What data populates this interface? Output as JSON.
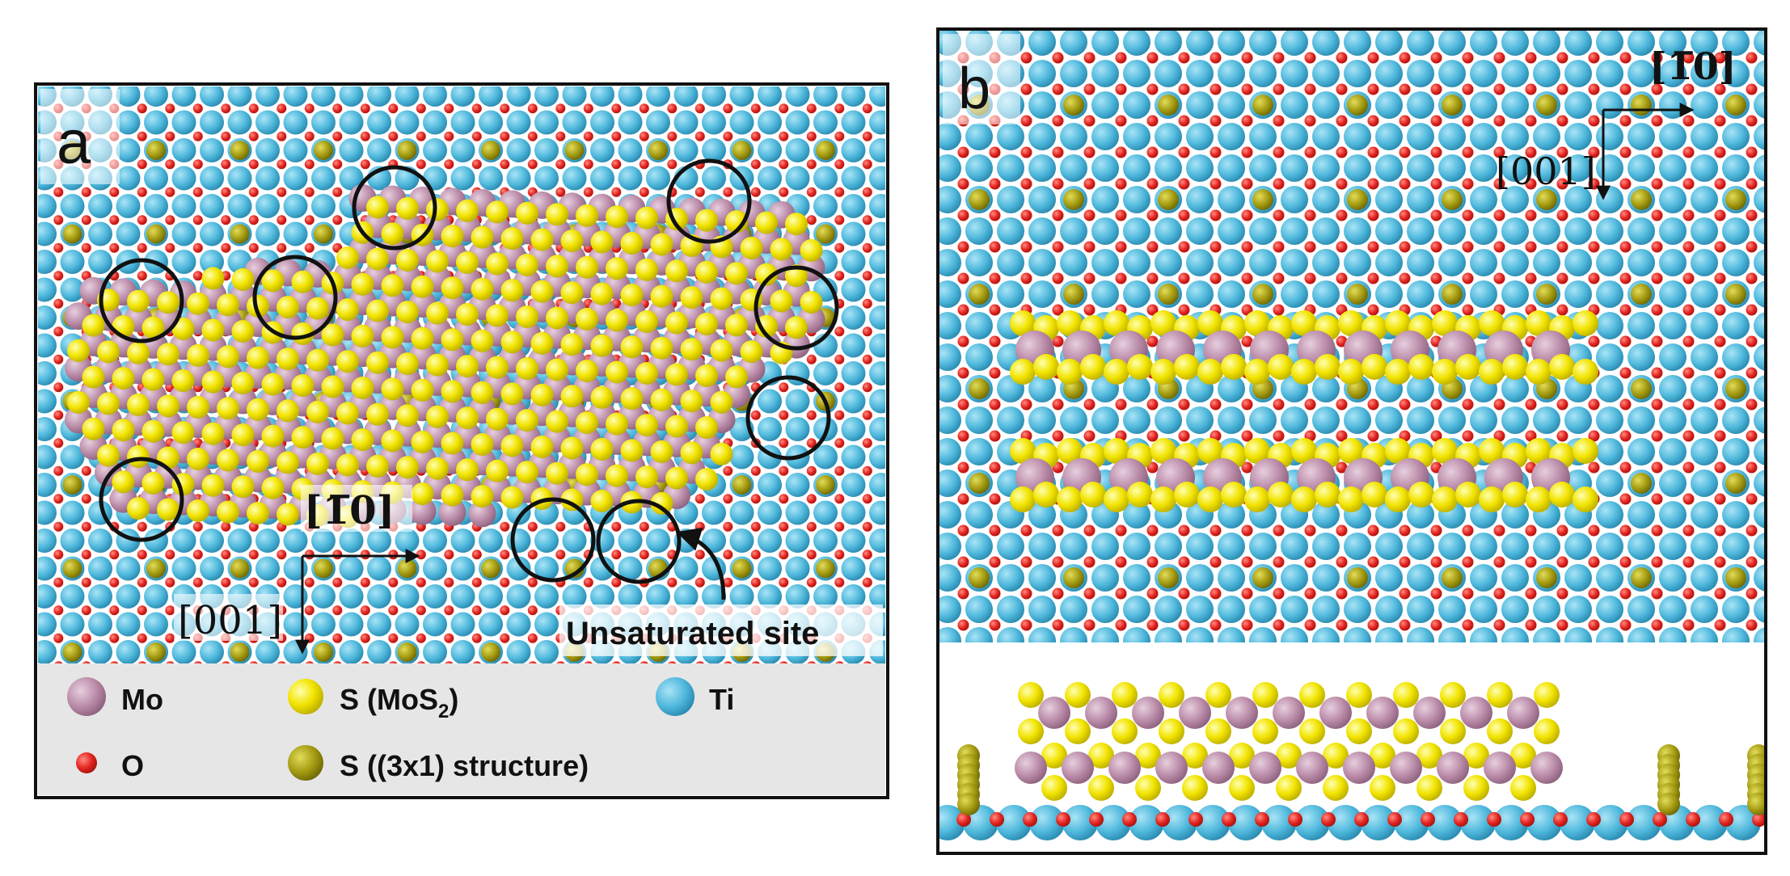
{
  "panel_a": {
    "label": "a",
    "dir_horizontal": "[1̅0]",
    "dir_vertical": "[001]",
    "annotation": "Unsaturated site"
  },
  "panel_b": {
    "label": "b",
    "dir_horizontal": "[1̅0]",
    "dir_vertical": "[001]"
  },
  "legend": {
    "mo": "Mo",
    "s_mos2_prefix": "S (MoS",
    "s_mos2_sub": "2",
    "s_mos2_suffix": ")",
    "ti": "Ti",
    "o": "O",
    "s_3x1": "S ((3x1) structure)"
  },
  "colors": {
    "ti": "#4fb8dc",
    "o": "#e3231f",
    "mo": "#b98aa7",
    "s_mos2": "#f2e400",
    "s_3x1": "#a39a10",
    "legend_bg": "#e6e6e6",
    "frame": "#111111"
  }
}
